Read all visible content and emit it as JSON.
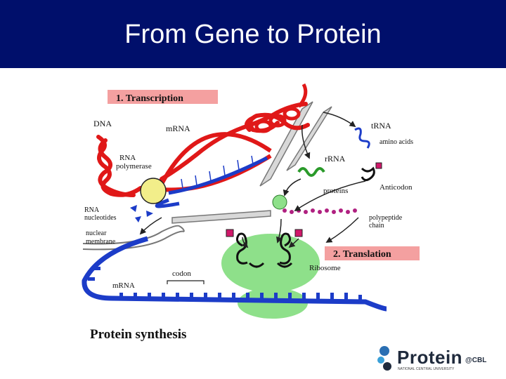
{
  "slide": {
    "title": "From Gene to Protein"
  },
  "diagram": {
    "section_transcription": "1. Transcription",
    "section_translation": "2. Translation",
    "caption": "Protein synthesis",
    "labels": {
      "dna": "DNA",
      "mrna_top": "mRNA",
      "rna_polymerase_1": "RNA",
      "rna_polymerase_2": "polymerase",
      "rrna": "rRNA",
      "trna": "tRNA",
      "amino_acids": "amino acids",
      "anticodon": "Anticodon",
      "proteins": "proteins",
      "rna_nucleotides_1": "RNA",
      "rna_nucleotides_2": "nucleotides",
      "nuclear_membrane_1": "nuclear",
      "nuclear_membrane_2": "membrane",
      "polypeptide_1": "polypeptide",
      "polypeptide_2": "chain",
      "ribosome": "Ribosome",
      "codon": "codon",
      "mrna_bottom": "mRNA"
    }
  },
  "logo": {
    "word": "Protein",
    "suffix": "@CBL",
    "tagline": "NATIONAL CENTRAL UNIVERSITY"
  },
  "colors": {
    "title_bar": "#000f6b",
    "dna_red": "#e01818",
    "mrna_blue": "#1c3cc8",
    "ribosome_green": "#8ee08a",
    "label_box": "#f4a0a0"
  }
}
